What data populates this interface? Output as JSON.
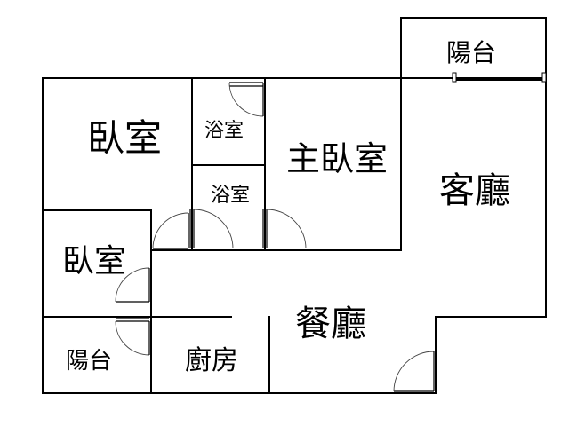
{
  "rooms": {
    "bedroom_a": "臥室",
    "bath_1": "浴室",
    "bath_2": "浴室",
    "master_bedroom": "主臥室",
    "living_room": "客廳",
    "bedroom_b": "臥室",
    "balcony_left": "陽台",
    "kitchen": "廚房",
    "dining_room": "餐廳",
    "balcony_top": "陽台"
  }
}
